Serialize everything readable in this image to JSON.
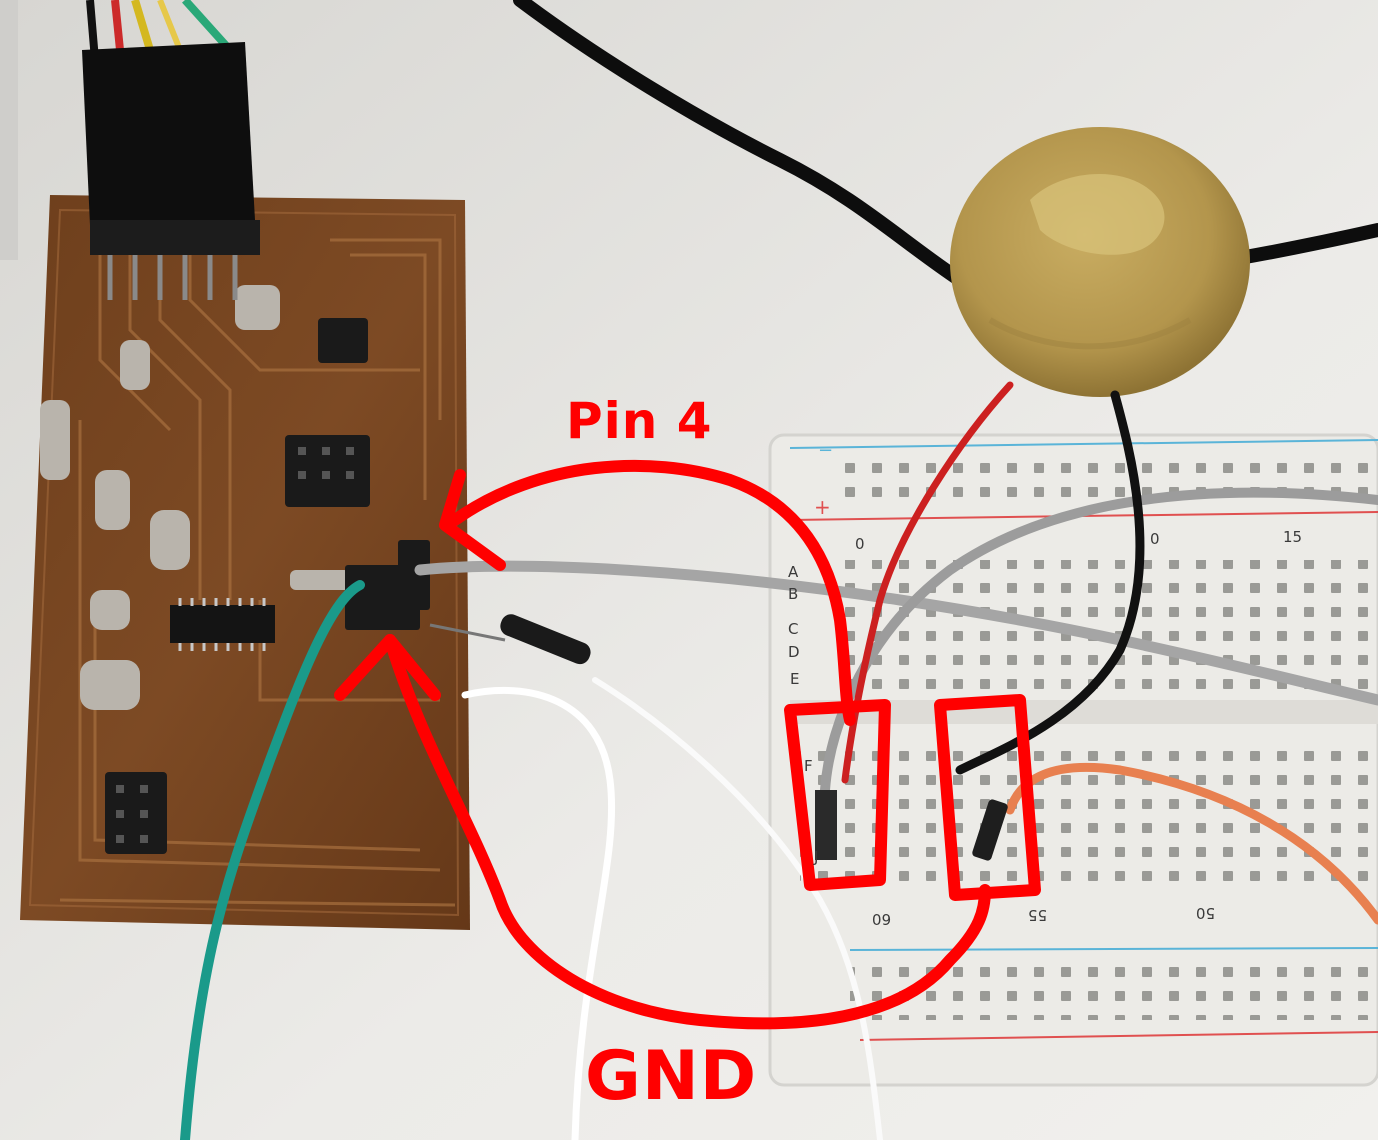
{
  "annotations": {
    "pin_label": "Pin 4",
    "gnd_label": "GND",
    "color": "#ff0000"
  },
  "breadboard": {
    "row_letters_top": [
      "A",
      "B",
      "C",
      "D",
      "E"
    ],
    "row_letter_bottom": [
      "F",
      "J"
    ],
    "top_numbers": [
      "0",
      "0",
      "15"
    ],
    "bottom_numbers": [
      "60",
      "55",
      "50"
    ],
    "rail_plus": "+",
    "rail_minus": "−"
  },
  "colors": {
    "background": "#e9e8e4",
    "pcb_copper": "#7a4a22",
    "piezo_brass": "#b89a52",
    "breadboard": "#ecebe7",
    "wire_teal": "#1a9a8a",
    "wire_gray": "#a8a8a8",
    "wire_red": "#cc2020",
    "wire_black": "#111111",
    "wire_orange": "#e88050",
    "wire_white": "#ffffff"
  },
  "icons": [
    "pcb-board",
    "piezo-disk",
    "breadboard",
    "pin-header",
    "jumper-wire"
  ]
}
